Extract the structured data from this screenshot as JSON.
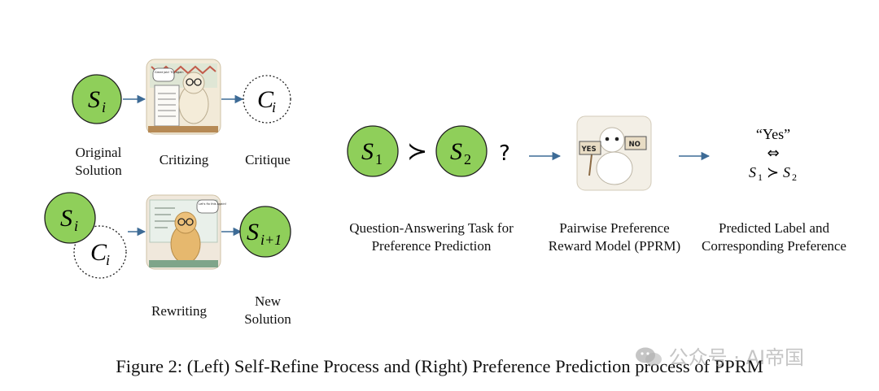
{
  "left": {
    "critique_flow": {
      "label_solution": "Original\nSolution",
      "label_critizing": "Critizing",
      "label_critique": "Critique"
    },
    "rewrite_flow": {
      "label_rewriting": "Rewriting",
      "label_new_solution": "New\nSolution"
    },
    "bubble_critizing": "Great job! Try again",
    "bubble_rewriting": "Let's fix this again!"
  },
  "right": {
    "question_mark": "?",
    "label_task": "Question-Answering Task for\nPreference  Prediction",
    "label_pprm": "Pairwise Preference\nReward Model (PPRM)",
    "label_predicted": "Predicted Label and\nCorresponding Preference",
    "sign_yes": "YES",
    "sign_no": "NO",
    "answer_text": "“Yes”",
    "equiv_symbol": "⇔"
  },
  "caption": "Figure 2: (Left) Self-Refine Process and (Right) Preference Prediction process of PPRM",
  "watermark": "公众号 · AI帝国",
  "colors": {
    "node_fill": "#8fcf5a",
    "node_stroke": "#1f1f1f",
    "arrow": "#3d6b96"
  }
}
